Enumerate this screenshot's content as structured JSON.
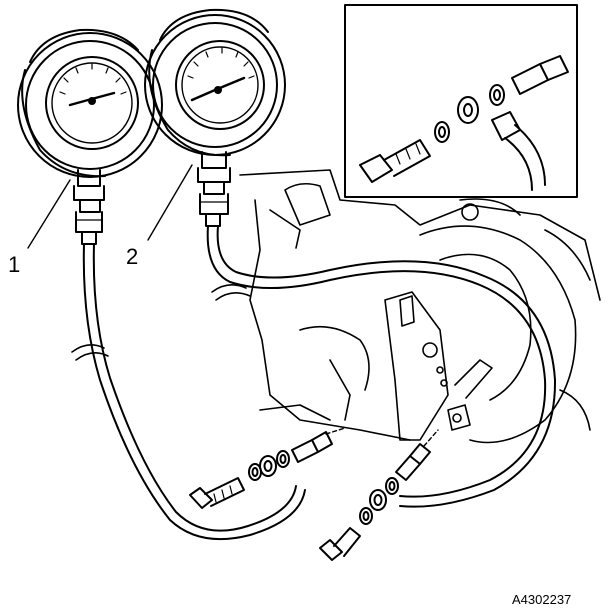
{
  "callouts": [
    "1",
    "2"
  ],
  "figure_id": "A4302237"
}
